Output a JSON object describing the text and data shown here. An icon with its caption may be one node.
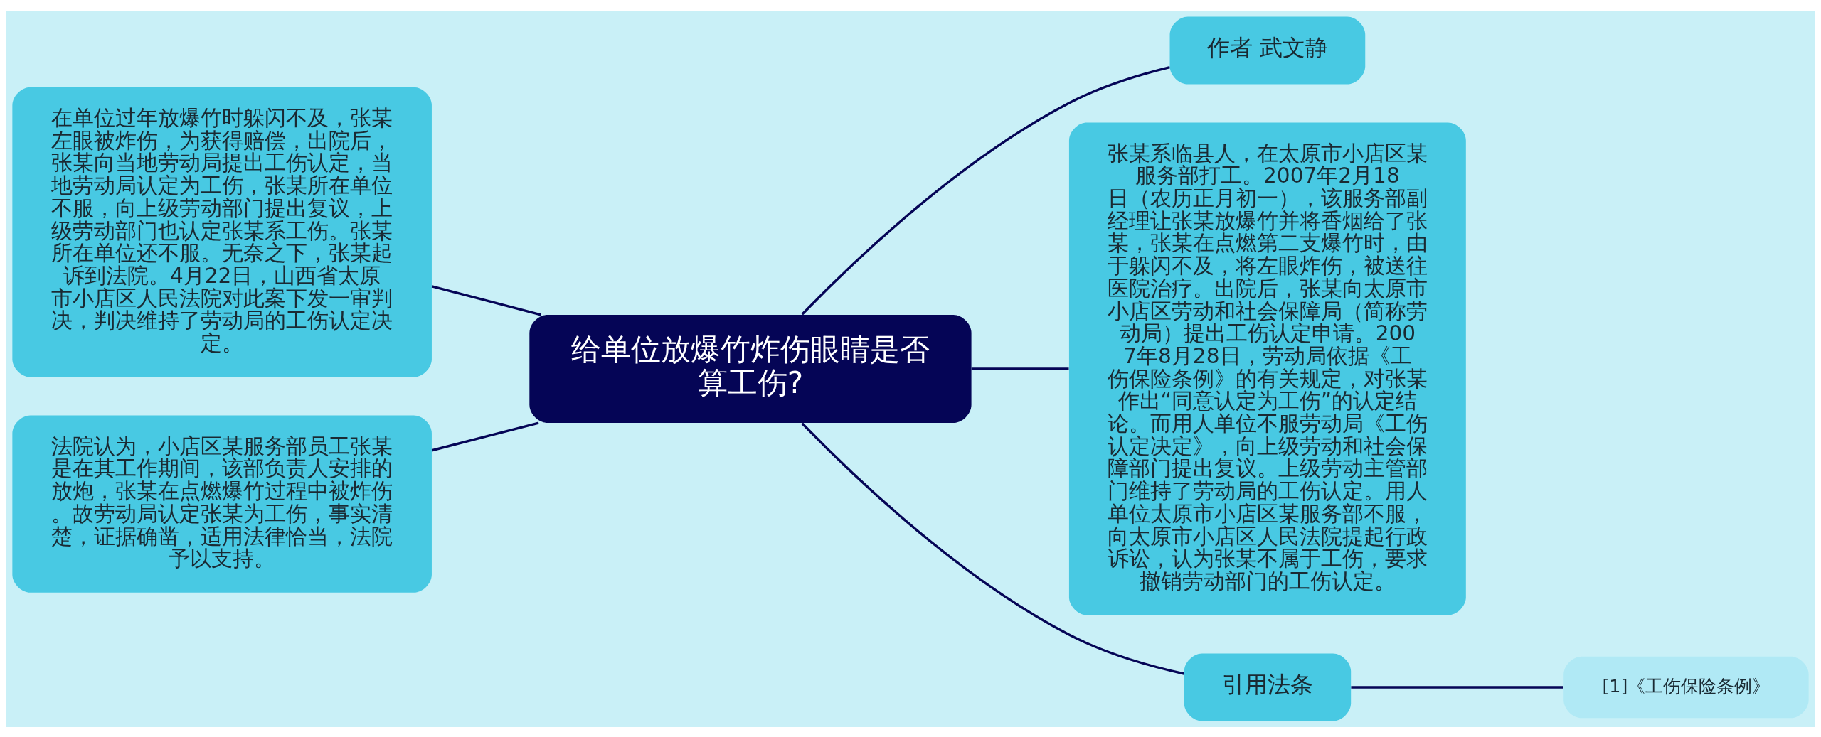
{
  "diagram": {
    "nodes": [
      {
        "text": [
          "给单位放爆竹炸伤眼睛是否算工伤?"
        ]
      },
      {
        "text": [
          "在单位过年放爆竹时躲闪不及，张某左眼被炸伤，为获得赔偿，出院后，张某向当地劳动局提出工伤认定，当地劳动局认定为工伤，张某所在单位不服，向上级劳动部门提出复议，上级劳动部门也认定张某系工伤。张某所在单位还不服。无奈之下，张某起诉到法院。4月22日，山西省太原市小店区人民法院对此案下发一审判决，判决维持了劳动局的工伤认定决定。"
        ]
      },
      {
        "text": [
          "法院认为，小店区某服务部员工张某是在其工作期间，该部负责人安排的放炮，张某在点燃爆竹过程中被炸伤。故劳动局认定张某为工伤，事实清楚，证据确凿，适用法律恰当，法院予以支持。"
        ]
      },
      {
        "text": [
          "作者 武文静"
        ]
      },
      {
        "text": [
          "张某系临县人，在太原市小店区某服务部打工。2007年2月18日（农历正月初一），该服务部副经理让张某放爆竹并将香烟给了张某，张某在点燃第二支爆竹时，由于躲闪不及，将左眼炸伤，被送往医院治疗。出院后，张某向太原市小店区劳动和社会保障局（简称劳动局）提出工伤认定申请。2007年8月28日，劳动局依据《工伤保险条例》的有关规定，对张某作出“同意认定为工伤”的认定结论。而用人单位不服劳动局《工伤认定决定》，向上级劳动和社会保障部门提出复议。上级劳动主管部门维持了劳动局的工伤认定。用人单位太原市小店区某服务部不服，向太原市小店区人民法院提起行政诉讼，认为张某不属于工伤，要求撤销劳动部门的工伤认定。"
        ]
      },
      {
        "text": [
          "引用法条"
        ]
      },
      {
        "text": [
          "[1]《工伤保险条例》"
        ]
      }
    ],
    "edges": [
      {
        "from": 0,
        "to": 1,
        "arrow": "none"
      },
      {
        "from": 0,
        "to": 2,
        "arrow": "none"
      },
      {
        "from": 0,
        "to": 3,
        "arrow": "none"
      },
      {
        "from": 0,
        "to": 4,
        "arrow": "none"
      },
      {
        "from": 0,
        "to": 5,
        "arrow": "none"
      },
      {
        "from": 5,
        "to": 6,
        "arrow": "none"
      }
    ]
  }
}
